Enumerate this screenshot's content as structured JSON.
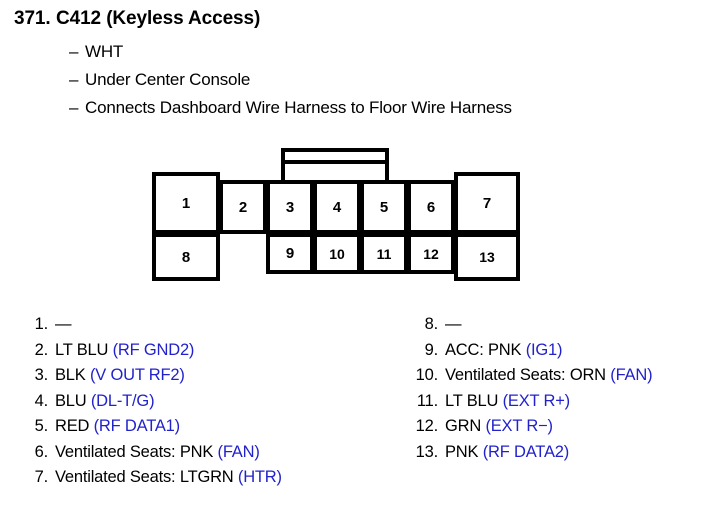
{
  "header": {
    "number": "371.",
    "title": "C412 (Keyless Access)",
    "sublines": [
      {
        "dash": "–",
        "text": "WHT"
      },
      {
        "dash": "–",
        "text": "Under Center Console"
      },
      {
        "dash": "–",
        "text": "Connects Dashboard Wire Harness to Floor Wire Harness"
      }
    ]
  },
  "connector": {
    "top_row_labels": [
      "1",
      "2",
      "3",
      "4",
      "5",
      "6",
      "7"
    ],
    "bottom_row_labels": [
      "8",
      "9",
      "10",
      "11",
      "12",
      "13"
    ],
    "latch_name": "connector-latch-tab"
  },
  "pins_left": [
    {
      "index": "1.",
      "desc": "—",
      "signal": ""
    },
    {
      "index": "2.",
      "desc": "LT BLU ",
      "signal": "(RF GND2)"
    },
    {
      "index": "3.",
      "desc": "BLK ",
      "signal": "(V OUT RF2)"
    },
    {
      "index": "4.",
      "desc": "BLU ",
      "signal": "(DL-T/G)"
    },
    {
      "index": "5.",
      "desc": "RED ",
      "signal": "(RF DATA1)"
    },
    {
      "index": "6.",
      "desc": "Ventilated Seats: PNK ",
      "signal": "(FAN)"
    },
    {
      "index": "7.",
      "desc": "Ventilated Seats: LTGRN  ",
      "signal": "(HTR)"
    }
  ],
  "pins_right": [
    {
      "index": "8.",
      "desc": "—",
      "signal": ""
    },
    {
      "index": "9.",
      "desc": "ACC: PNK ",
      "signal": "(IG1)"
    },
    {
      "index": "10.",
      "desc": "Ventilated Seats: ORN ",
      "signal": "(FAN)"
    },
    {
      "index": "11.",
      "desc": "LT BLU ",
      "signal": "(EXT R+)"
    },
    {
      "index": "12.",
      "desc": "GRN ",
      "signal": "(EXT R−)"
    },
    {
      "index": "13.",
      "desc": "PNK ",
      "signal": "(RF DATA2)"
    }
  ],
  "colors": {
    "signal_blue": "#2222cc",
    "text_black": "#000000",
    "background": "#ffffff"
  }
}
